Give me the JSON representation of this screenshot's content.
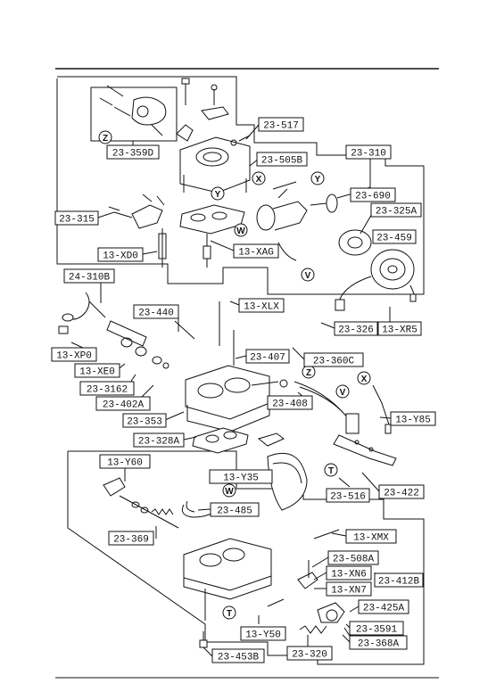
{
  "labels": {
    "p23_517": "23-517",
    "p23_359d": "23-359D",
    "p23_310": "23-310",
    "p23_505b": "23-505B",
    "p23_690": "23-690",
    "p23_315": "23-315",
    "p23_325a": "23-325A",
    "p23_459": "23-459",
    "p13_xd0": "13-XD0",
    "p13_xag": "13-XAG",
    "p24_310b": "24-310B",
    "p23_440": "23-440",
    "p13_xlx": "13-XLX",
    "p13_xp0": "13-XP0",
    "p23_326": "23-326",
    "p13_xr5": "13-XR5",
    "p23_407": "23-407",
    "p23_360c": "23-360C",
    "p13_xe0": "13-XE0",
    "p23_3162": "23-3162",
    "p23_408": "23-408",
    "p23_402a": "23-402A",
    "p13_y85": "13-Y85",
    "p23_353": "23-353",
    "p23_328a": "23-328A",
    "p13_y60": "13-Y60",
    "p13_y35": "13-Y35",
    "p23_516": "23-516",
    "p23_422": "23-422",
    "p23_485": "23-485",
    "p23_369": "23-369",
    "p13_xmx": "13-XMX",
    "p23_508a": "23-508A",
    "p13_xn6": "13-XN6",
    "p13_xn7": "13-XN7",
    "p23_412b": "23-412B",
    "p23_425a": "23-425A",
    "p23_3591": "23-3591",
    "p23_368a": "23-368A",
    "p13_y50": "13-Y50",
    "p23_320": "23-320",
    "p23_453b": "23-453B"
  },
  "refs": {
    "x": "X",
    "y": "Y",
    "z": "Z",
    "w": "W",
    "v": "V",
    "t": "T"
  }
}
